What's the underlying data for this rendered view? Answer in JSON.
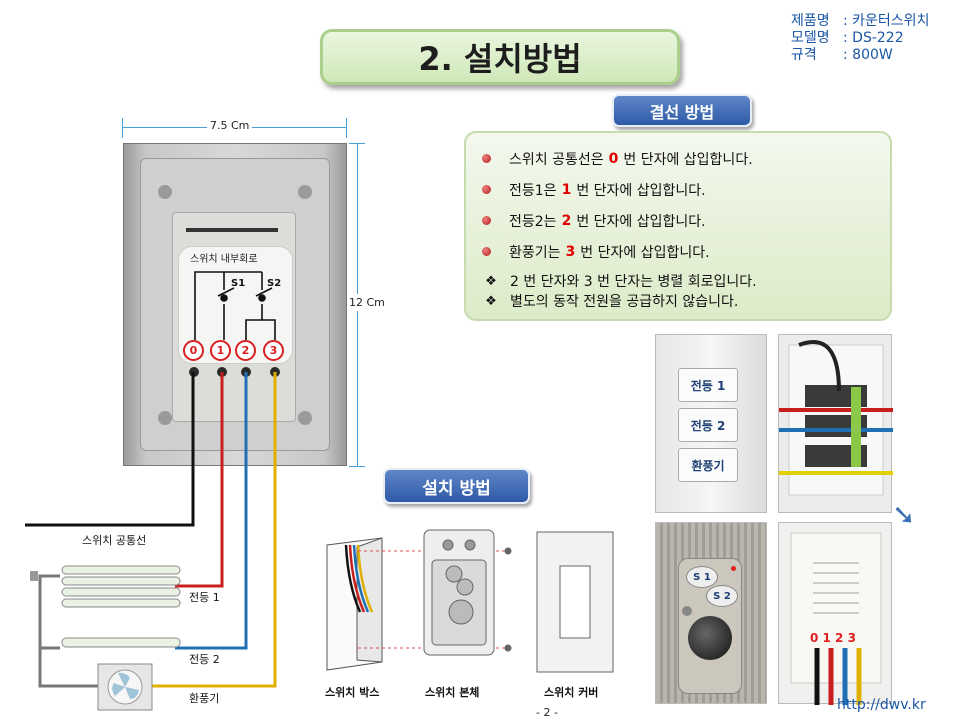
{
  "title": "2. 설치방법",
  "product_info": [
    {
      "key": "제품명",
      "value": ": 카운터스위치"
    },
    {
      "key": "모델명",
      "value": ": DS-222"
    },
    {
      "key": "규격",
      "value": ": 800W"
    }
  ],
  "wiring_section": {
    "heading": "결선 방법",
    "steps": [
      {
        "before": "스위치 공통선은",
        "num": "0",
        "after": "번 단자에 삽입합니다."
      },
      {
        "before": "전등1은",
        "num": "1",
        "after": "번 단자에 삽입합니다."
      },
      {
        "before": "전등2는",
        "num": "2",
        "after": "번 단자에 삽입합니다."
      },
      {
        "before": "환풍기는",
        "num": "3",
        "after": "번 단자에 삽입합니다."
      }
    ],
    "notes": [
      "2 번 단자와 3 번 단자는 병렬 회로입니다.",
      "별도의 동작 전원을 공급하지 않습니다."
    ]
  },
  "dimensions": {
    "width": "7.5 Cm",
    "height": "12 Cm"
  },
  "circuit": {
    "label": "스위치 내부회로",
    "switches": [
      "S1",
      "S2"
    ],
    "terminals": [
      "0",
      "1",
      "2",
      "3"
    ]
  },
  "wire_labels": {
    "common": "스위치 공통선",
    "light1": "전등 1",
    "light2": "전등 2",
    "fan": "환풍기"
  },
  "install_section": {
    "heading": "설치 방법",
    "parts": [
      "스위치 박스",
      "스위치 본체",
      "스위치 커버"
    ]
  },
  "photo_labels": {
    "buttons": [
      "전등 1",
      "전등 2",
      "환풍기"
    ],
    "sensor_buttons": [
      "S 1",
      "S 2"
    ],
    "terminal_marks": "0 1 2 3"
  },
  "colors": {
    "wire_common": "#111111",
    "wire_light1": "#c81e1e",
    "wire_light2": "#1f6fb5",
    "wire_fan": "#e0b000"
  },
  "page_number": "- 2 -",
  "url": "http://dwv.kr"
}
